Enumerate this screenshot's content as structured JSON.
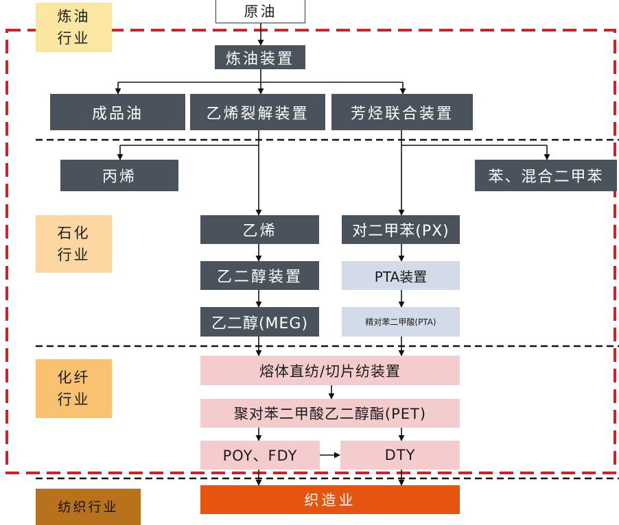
{
  "sectors": {
    "refining": "炼油\n行业",
    "petrochem": "石化\n行业",
    "fiber": "化纤\n行业",
    "textile": "纺织行业"
  },
  "nodes": {
    "crude_oil": "原油",
    "refinery_unit": "炼油装置",
    "refined_oil": "成品油",
    "ethylene_cracker": "乙烯裂解装置",
    "aromatics_complex": "芳烃联合装置",
    "propylene": "丙烯",
    "benzene_mixed_xylene": "苯、混合二甲苯",
    "ethylene": "乙烯",
    "px": "对二甲苯(PX)",
    "meg_unit": "乙二醇装置",
    "pta_unit": "PTA装置",
    "meg": "乙二醇(MEG)",
    "pta": "精对苯二甲酸(PTA)",
    "melt_spinning": "熔体直纺/切片纺装置",
    "pet": "聚对苯二甲酸乙二醇酯(PET)",
    "poy_fdy": "POY、FDY",
    "dty": "DTY",
    "weaving": "织造业"
  },
  "colors": {
    "dark_box": "#4a525c",
    "light_box": "#d3dbe8",
    "pink_box": "#f4cccd",
    "orange_box": "#e65510",
    "red_dash": "#d31f26"
  }
}
